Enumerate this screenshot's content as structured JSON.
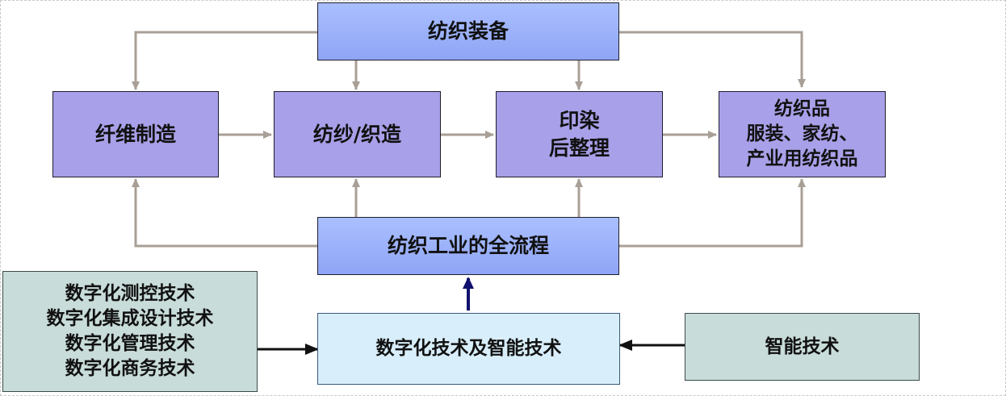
{
  "diagram": {
    "equipment": "纺织装备",
    "fiber": "纤维制造",
    "spinning": "纺纱/织造",
    "dyeing": [
      "印染",
      "后整理"
    ],
    "products": [
      "纺织品",
      "服装、家纺、",
      "产业用纺织品"
    ],
    "process": "纺织工业的全流程",
    "digital_tech": [
      "数字化测控技术",
      "数字化集成设计技术",
      "数字化管理技术",
      "数字化商务技术"
    ],
    "core": "数字化技术及智能技术",
    "smart": "智能技术"
  },
  "colors": {
    "process_box": "#a8a0e8",
    "header_box": "#9fb4fb",
    "core_box": "#d8eefa",
    "side_box": "#c8dcd9",
    "gray_arrow": "#a89f96",
    "navy_arrow": "#10106e",
    "black_arrow": "#111111"
  }
}
